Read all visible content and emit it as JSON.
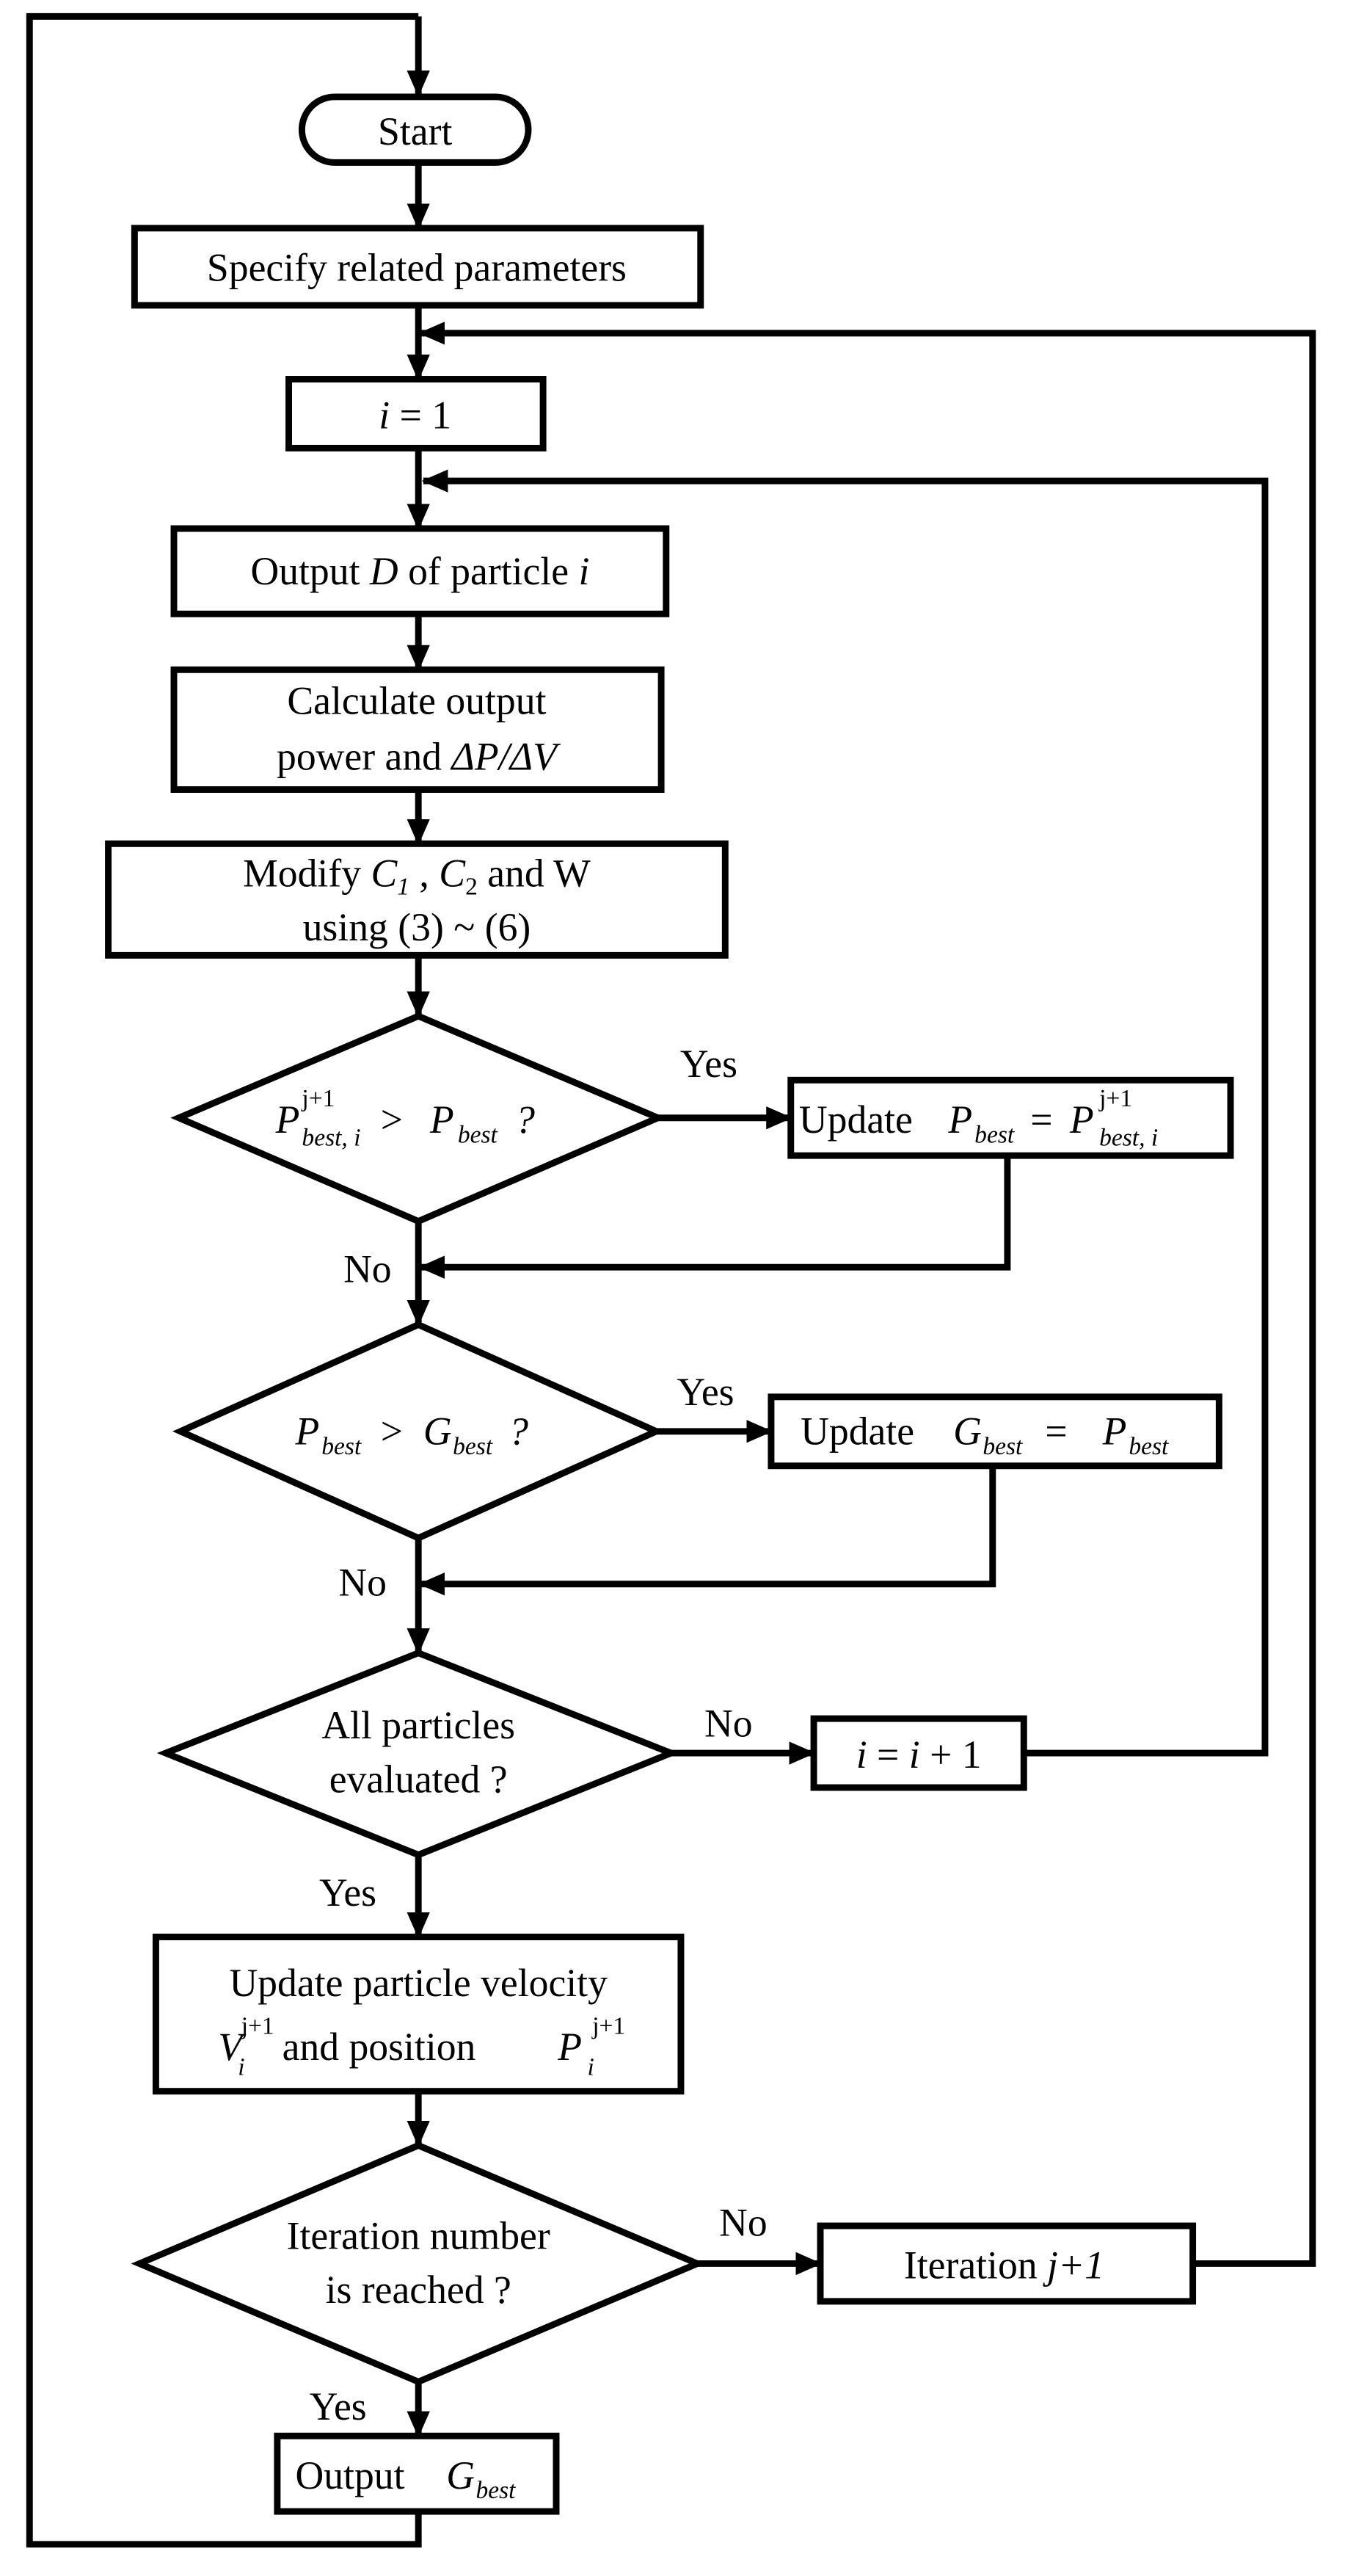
{
  "start": "Start",
  "specify": "Specify related parameters",
  "i1": {
    "var": "i",
    "rest": " = 1"
  },
  "output_d": {
    "a": "Output ",
    "d": "D",
    "b": " of particle ",
    "i": "i"
  },
  "calc": {
    "line1": "Calculate output",
    "line2a": "power and ",
    "line2b": "ΔP/ΔV"
  },
  "modify": {
    "a": "Modify ",
    "c1": "C",
    "c1sub": "1",
    "comma": " , ",
    "c2": "C",
    "c2sub": "2",
    "b": " and W",
    "line2": "using (3) ~ (6)"
  },
  "dec1": {
    "p": "P",
    "sup": "j+1",
    "sub": "best, i",
    "gt": " > ",
    "p2": "P",
    "sub2": "best",
    "q": " ?"
  },
  "upd1": {
    "a": "Update ",
    "p": "P",
    "sub": "best",
    "eq": " = ",
    "p2": "P",
    "sup": "j+1",
    "sub2": "best, i"
  },
  "dec2": {
    "p": "P",
    "sub": "best",
    "gt": "> ",
    "g": "G",
    "sub2": "best",
    "q": " ?"
  },
  "upd2": {
    "a": "Update ",
    "g": "G",
    "sub": "best",
    "eq": " = ",
    "p": "P",
    "sub2": "best"
  },
  "dec3": {
    "line1": "All particles",
    "line2": "evaluated ?"
  },
  "inc": {
    "i1": "i",
    "eq": " = ",
    "i2": "i",
    "plus": " + 1"
  },
  "velocity": {
    "line1": "Update particle velocity",
    "v": "V",
    "vsup": "j+1",
    "vsub": "i",
    "mid": " and position ",
    "p": "P",
    "psup": "j+1",
    "psub": "i"
  },
  "dec4": {
    "line1": "Iteration number",
    "line2": "is reached ?"
  },
  "iter": {
    "a": "Iteration  ",
    "j": "j+1"
  },
  "output_g": {
    "a": "Output ",
    "g": "G",
    "sub": "best"
  },
  "labels": {
    "yes1": "Yes",
    "no1": "No",
    "yes2": "Yes",
    "no2": "No",
    "no3": "No",
    "yes3": "Yes",
    "no4": "No",
    "yes4": "Yes"
  }
}
